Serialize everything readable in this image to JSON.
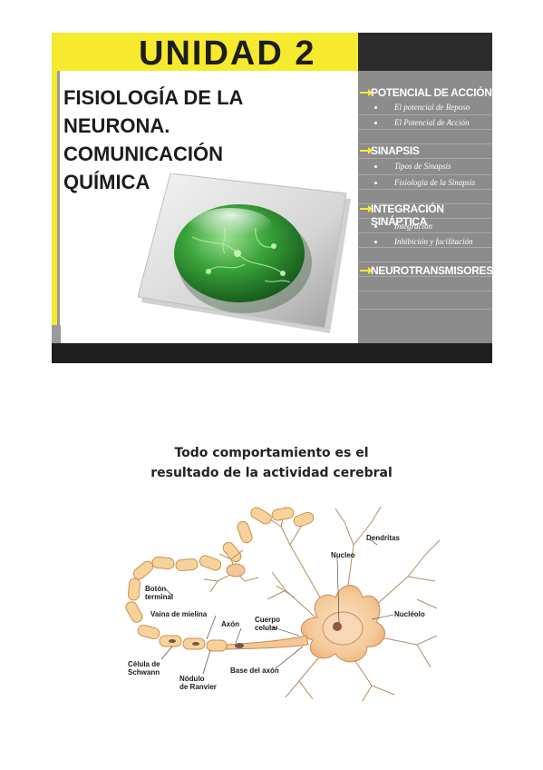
{
  "slide1": {
    "unit_title": "UNIDAD 2",
    "heading": [
      "FISIOLOGÍA DE LA",
      "NEURONA.",
      "COMUNICACIÓN",
      "QUÍMICA"
    ],
    "sections": [
      {
        "title": "POTENCIAL DE ACCIÓN",
        "items": [
          "El potencial de Reposo",
          "El Potencial de Acción"
        ]
      },
      {
        "title": "SINAPSIS",
        "items": [
          "Tipos de Sinapsis",
          "Fisiología de la Sinapsis"
        ]
      },
      {
        "title": "INTEGRACIÓN SINÁPTICA",
        "items": [
          "Integración",
          "Inhibición y facilitación"
        ]
      },
      {
        "title": "NEUROTRANSMISORES",
        "items": []
      }
    ],
    "colors": {
      "accent": "#f6ea2e",
      "sidebar": "#8c8c8c",
      "dark": "#1f1f1f",
      "neuron_green": "#3aa33a"
    }
  },
  "slide2": {
    "title_line1": "Todo comportamiento es el",
    "title_line2": "resultado de la actividad cerebral",
    "labels": {
      "dendritas": "Dendritas",
      "nucleo": "Nucleo",
      "boton": [
        "Botón",
        "terminal"
      ],
      "vaina": "Vaina de mielina",
      "axon": "Axón",
      "cuerpo": [
        "Cuerpo",
        "celular"
      ],
      "nucleolo": "Nucléolo",
      "celula": [
        "Célula de",
        "Schwann"
      ],
      "base": "Base del axón",
      "nodulo": [
        "Nódulo",
        "de Ranvier"
      ]
    }
  }
}
